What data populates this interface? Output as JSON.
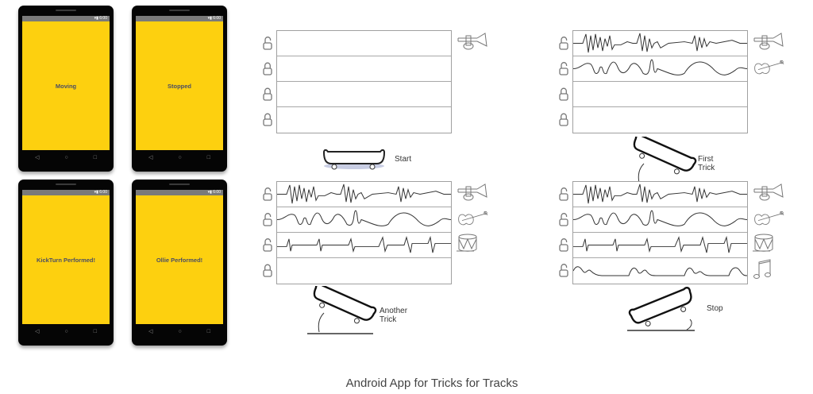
{
  "phones": [
    {
      "screen_text": "Moving",
      "status_time": "6:00"
    },
    {
      "screen_text": "Stopped",
      "status_time": "6:00"
    },
    {
      "screen_text": "KickTurn Performed!",
      "status_time": "6:00"
    },
    {
      "screen_text": "Ollie Performed!",
      "status_time": "6:00"
    }
  ],
  "phone_nav": {
    "back": "◁",
    "home": "○",
    "recents": "□"
  },
  "panels": [
    {
      "label": "Start",
      "locks": [
        "unlocked",
        "locked",
        "locked",
        "locked"
      ],
      "tracks": [
        "empty",
        "empty",
        "empty",
        "empty"
      ],
      "instruments": [
        "trumpet-icon"
      ],
      "board_pose": "flat"
    },
    {
      "label": "First Trick",
      "locks": [
        "unlocked",
        "unlocked",
        "locked",
        "locked"
      ],
      "tracks": [
        "trumpet",
        "violin",
        "empty",
        "empty"
      ],
      "instruments": [
        "trumpet-icon",
        "violin-icon"
      ],
      "board_pose": "tilt-left"
    },
    {
      "label": "Another Trick",
      "locks": [
        "unlocked",
        "unlocked",
        "unlocked",
        "locked"
      ],
      "tracks": [
        "trumpet",
        "violin",
        "drum",
        "empty"
      ],
      "instruments": [
        "trumpet-icon",
        "violin-icon",
        "drum-icon"
      ],
      "board_pose": "tilt-left"
    },
    {
      "label": "Stop",
      "locks": [
        "unlocked",
        "unlocked",
        "unlocked",
        "unlocked"
      ],
      "tracks": [
        "trumpet",
        "violin",
        "drum",
        "melody"
      ],
      "instruments": [
        "trumpet-icon",
        "violin-icon",
        "drum-icon",
        "music-note-icon"
      ],
      "board_pose": "tilt-right"
    }
  ],
  "caption": "Android App for Tricks for Tracks",
  "colors": {
    "screen": "#fdd00f",
    "screen_text": "#4c4e63",
    "phone_body": "#050505"
  }
}
